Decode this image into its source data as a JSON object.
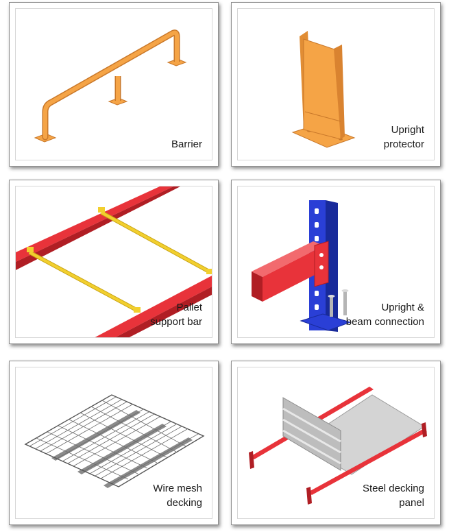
{
  "cards": [
    {
      "id": "barrier",
      "lines": [
        "Barrier"
      ]
    },
    {
      "id": "upright-protector",
      "lines": [
        "Upright",
        "protector"
      ]
    },
    {
      "id": "pallet-support-bar",
      "lines": [
        "Pallet",
        "support bar"
      ]
    },
    {
      "id": "upright-beam-connection",
      "lines": [
        "Upright &",
        "beam connection"
      ]
    },
    {
      "id": "wire-mesh-decking",
      "lines": [
        "Wire mesh",
        "decking"
      ]
    },
    {
      "id": "steel-decking-panel",
      "lines": [
        "Steel decking",
        "panel"
      ]
    }
  ],
  "colors": {
    "orange": "#f5a446",
    "orange_dark": "#c9782a",
    "red": "#e8333a",
    "red_dark": "#b01e24",
    "blue": "#2a3fd6",
    "blue_dark": "#182a9a",
    "yellow": "#f2cf2e",
    "grey": "#c9c9c9"
  }
}
